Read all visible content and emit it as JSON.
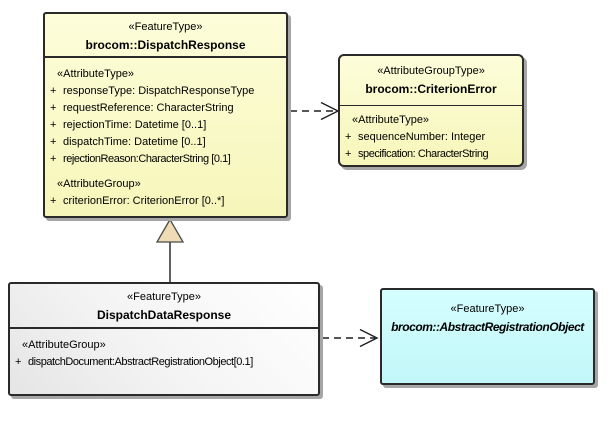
{
  "diagram_title": "UML class diagram",
  "symbols": {
    "plus": "+"
  },
  "colors": {
    "yellow_box": "#F9F9C8",
    "white_box": "#F0F0F0",
    "cyan_box": "#CCFCFD",
    "border": "#2A2A2A",
    "shadow": "#A6A6A6",
    "generalization_triangle_fill": "#F0DCB4"
  },
  "boxes": {
    "dispatch_response": {
      "stereotype": "«FeatureType»",
      "name": "brocom::DispatchResponse",
      "attribute_type_heading": "«AttributeType»",
      "attributes": [
        "responseType: DispatchResponseType",
        "requestReference: CharacterString",
        "rejectionTime: Datetime [0..1]",
        "dispatchTime: Datetime [0..1]",
        "rejectionReason:CharacterString [0.1]"
      ],
      "attribute_group_heading": "«AttributeGroup»",
      "group_attributes": [
        "criterionError: CriterionError [0..*]"
      ]
    },
    "criterion_error": {
      "stereotype": "«AttributeGroupType»",
      "name": "brocom::CriterionError",
      "attribute_type_heading": "«AttributeType»",
      "attributes": [
        "sequenceNumber: Integer",
        "specification: CharacterString"
      ]
    },
    "dispatch_data_response": {
      "stereotype": "«FeatureType»",
      "name": "DispatchDataResponse",
      "attribute_group_heading": "«AttributeGroup»",
      "group_attributes": [
        "dispatchDocument:AbstractRegistrationObject[0.1]"
      ]
    },
    "abstract_registration_object": {
      "stereotype": "«FeatureType»",
      "name": "brocom::AbstractRegistrationObject"
    }
  },
  "connectors": [
    {
      "type": "dependency",
      "from": "brocom::DispatchResponse",
      "to": "brocom::CriterionError",
      "style": "dashed, open arrowhead"
    },
    {
      "type": "generalization",
      "from": "DispatchDataResponse",
      "to": "brocom::DispatchResponse",
      "style": "solid, hollow triangle"
    },
    {
      "type": "dependency",
      "from": "DispatchDataResponse",
      "to": "brocom::AbstractRegistrationObject",
      "style": "dashed, open arrowhead"
    }
  ]
}
